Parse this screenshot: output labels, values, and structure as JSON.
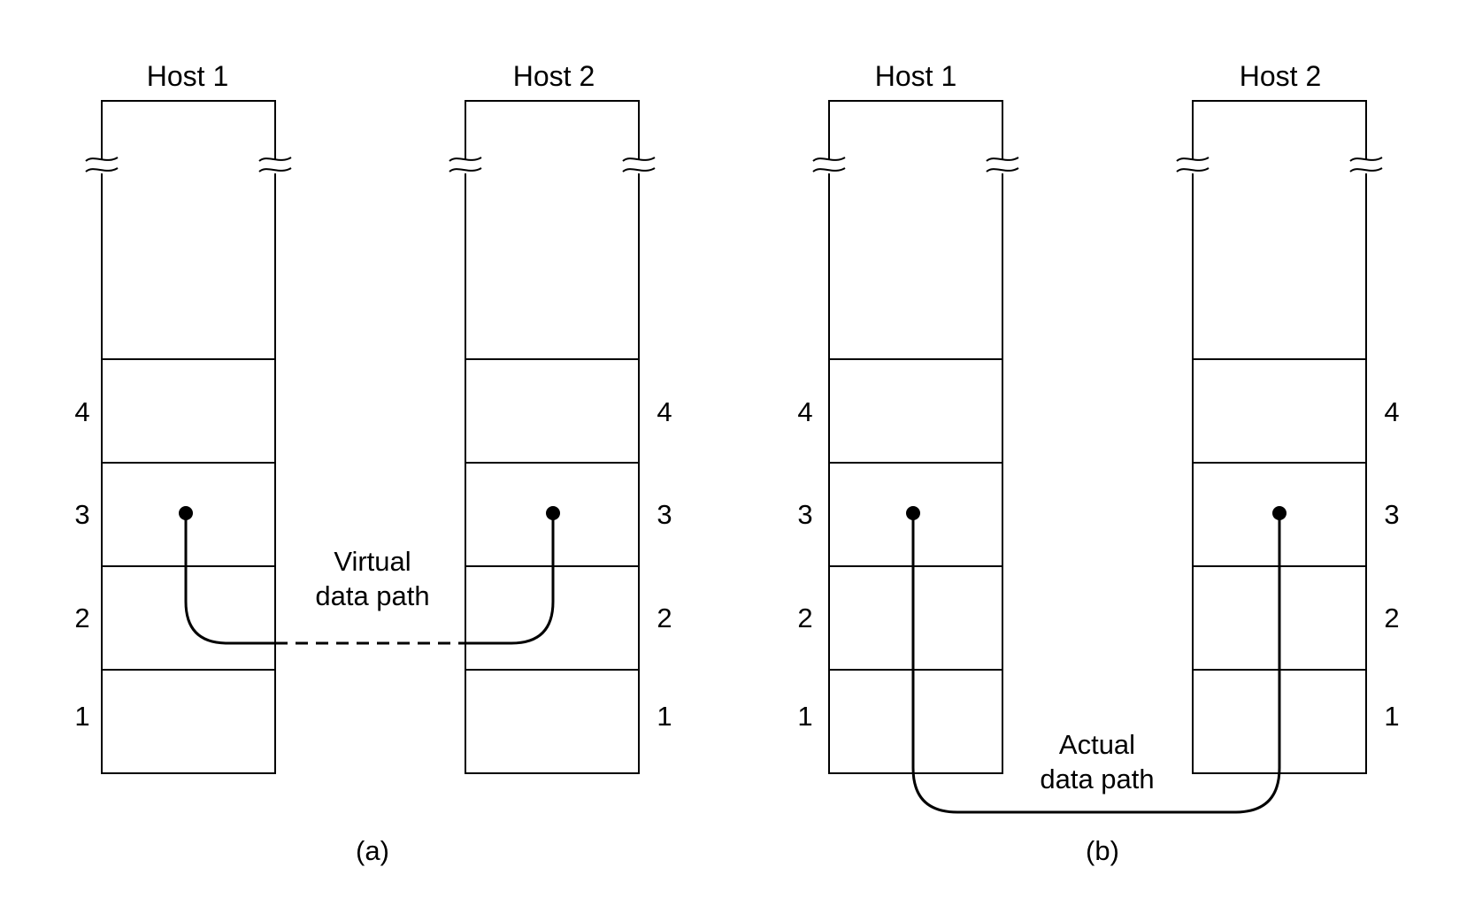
{
  "panel_a": {
    "host_left": "Host 1",
    "host_right": "Host 2",
    "layers_left": [
      "4",
      "3",
      "2",
      "1"
    ],
    "layers_right": [
      "4",
      "3",
      "2",
      "1"
    ],
    "path_label_line1": "Virtual",
    "path_label_line2": "data path",
    "caption": "(a)"
  },
  "panel_b": {
    "host_left": "Host 1",
    "host_right": "Host 2",
    "layers_left": [
      "4",
      "3",
      "2",
      "1"
    ],
    "layers_right": [
      "4",
      "3",
      "2",
      "1"
    ],
    "path_label_line1": "Actual",
    "path_label_line2": "data path",
    "caption": "(b)"
  }
}
